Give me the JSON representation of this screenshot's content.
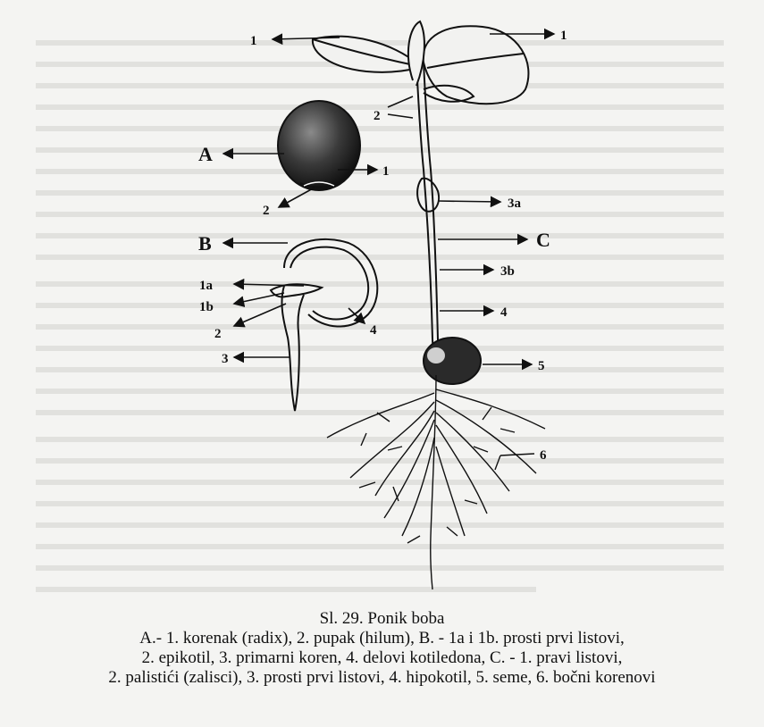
{
  "labels": {
    "A": "A",
    "B": "B",
    "C": "C",
    "a1": "1",
    "a2": "2",
    "b1a": "1a",
    "b1b": "1b",
    "b2": "2",
    "b3": "3",
    "b4": "4",
    "c1_left": "1",
    "c1_right": "1",
    "c2": "2",
    "c3a": "3a",
    "c3b": "3b",
    "c4": "4",
    "c5": "5",
    "c6": "6"
  },
  "caption": {
    "title": "Sl. 29. Ponik boba",
    "line1": "A.- 1. korenak (radix), 2. pupak (hilum),  B. -  1a i 1b. prosti  prvi listovi,",
    "line2": "2. epikotil, 3.  primarni koren, 4.  delovi kotiledona, C. - 1. pravi listovi,",
    "line3": "2. palistići (zalisci), 3. prosti prvi listovi, 4. hipokotil, 5. seme, 6. bočni korenovi"
  }
}
